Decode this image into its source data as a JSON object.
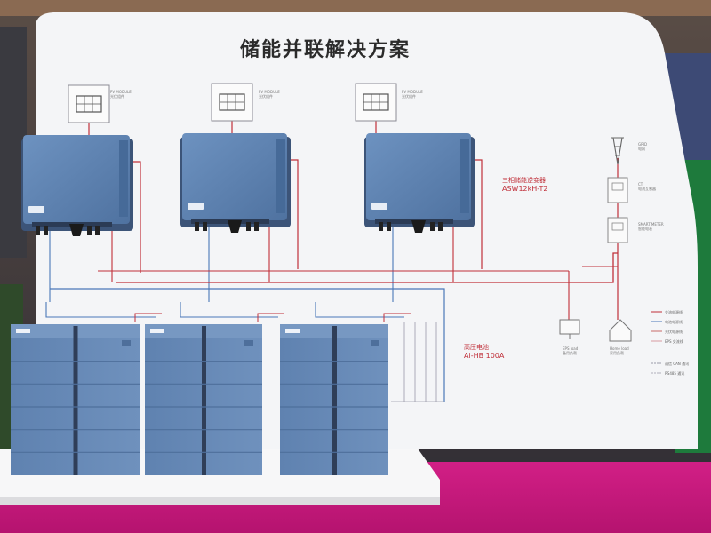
{
  "title": "储能并联解决方案",
  "inverter_label": {
    "name": "三相储能逆变器",
    "model": "ASW12kH-T2"
  },
  "battery_label": {
    "name": "高压电池",
    "model": "Ai-HB 100A"
  },
  "pv_labels": [
    {
      "line1": "PV MODULE",
      "line2": "光伏组件"
    },
    {
      "line1": "PV MODULE",
      "line2": "光伏组件"
    },
    {
      "line1": "PV MODULE",
      "line2": "光伏组件"
    }
  ],
  "grid_labels": [
    {
      "line1": "GRID",
      "line2": "电网"
    },
    {
      "line1": "CT",
      "line2": "电流互感器"
    },
    {
      "line1": "SMART METER",
      "line2": "智能电表"
    }
  ],
  "load_labels": [
    {
      "line1": "EPS load",
      "line2": "备用负载"
    },
    {
      "line1": "Home load",
      "line2": "家用负载"
    }
  ],
  "legend": [
    "交流电源线",
    "电池电源线",
    "光伏电源线",
    "EPS 交流线",
    "通信 CAN 通讯",
    "RS485 通讯"
  ],
  "colors": {
    "accent_red": "#c0303a",
    "device_blue": "#5a7fae",
    "floor_magenta": "#c81a7a"
  }
}
